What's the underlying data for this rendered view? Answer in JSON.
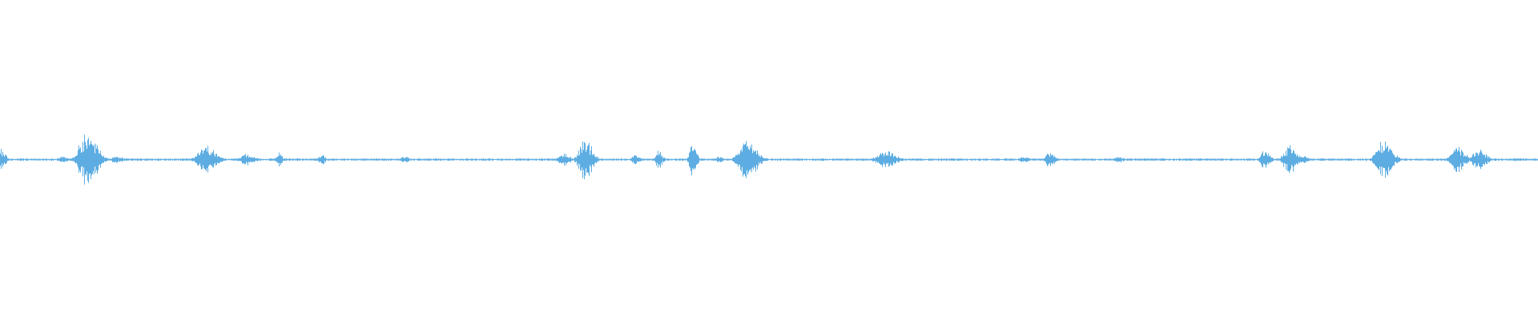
{
  "waveform": {
    "color": "#5dade2",
    "background": "#ffffff",
    "baseline_amplitude": 0.006,
    "bursts": [
      {
        "time": 0.0,
        "amplitude": 0.06,
        "duration": 0.004
      },
      {
        "time": 0.04,
        "amplitude": 0.02,
        "duration": 0.004
      },
      {
        "time": 0.056,
        "amplitude": 0.16,
        "duration": 0.008
      },
      {
        "time": 0.075,
        "amplitude": 0.02,
        "duration": 0.006
      },
      {
        "time": 0.133,
        "amplitude": 0.09,
        "duration": 0.008
      },
      {
        "time": 0.16,
        "amplitude": 0.04,
        "duration": 0.006
      },
      {
        "time": 0.181,
        "amplitude": 0.04,
        "duration": 0.003
      },
      {
        "time": 0.209,
        "amplitude": 0.03,
        "duration": 0.003
      },
      {
        "time": 0.263,
        "amplitude": 0.02,
        "duration": 0.004
      },
      {
        "time": 0.366,
        "amplitude": 0.04,
        "duration": 0.005
      },
      {
        "time": 0.38,
        "amplitude": 0.13,
        "duration": 0.006
      },
      {
        "time": 0.413,
        "amplitude": 0.03,
        "duration": 0.004
      },
      {
        "time": 0.428,
        "amplitude": 0.06,
        "duration": 0.003
      },
      {
        "time": 0.45,
        "amplitude": 0.11,
        "duration": 0.003
      },
      {
        "time": 0.467,
        "amplitude": 0.02,
        "duration": 0.003
      },
      {
        "time": 0.485,
        "amplitude": 0.12,
        "duration": 0.008
      },
      {
        "time": 0.575,
        "amplitude": 0.06,
        "duration": 0.008
      },
      {
        "time": 0.665,
        "amplitude": 0.02,
        "duration": 0.004
      },
      {
        "time": 0.682,
        "amplitude": 0.05,
        "duration": 0.004
      },
      {
        "time": 0.727,
        "amplitude": 0.02,
        "duration": 0.004
      },
      {
        "time": 0.822,
        "amplitude": 0.06,
        "duration": 0.004
      },
      {
        "time": 0.838,
        "amplitude": 0.08,
        "duration": 0.006
      },
      {
        "time": 0.848,
        "amplitude": 0.03,
        "duration": 0.003
      },
      {
        "time": 0.899,
        "amplitude": 0.12,
        "duration": 0.007
      },
      {
        "time": 0.947,
        "amplitude": 0.08,
        "duration": 0.006
      },
      {
        "time": 0.961,
        "amplitude": 0.06,
        "duration": 0.006
      },
      {
        "time": 0.985,
        "amplitude": 0.01,
        "duration": 0.006
      }
    ]
  }
}
